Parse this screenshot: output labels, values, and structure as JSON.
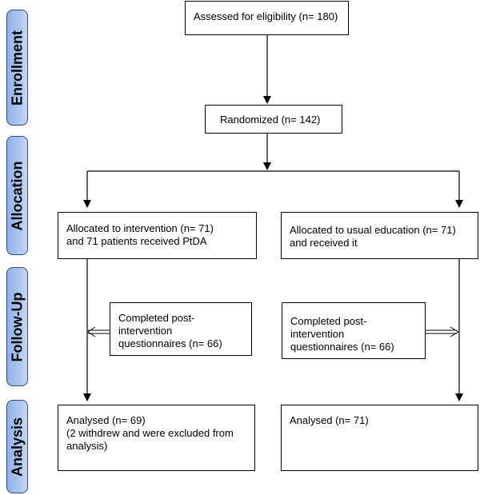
{
  "stages": {
    "enrollment": "Enrollment",
    "allocation": "Allocation",
    "follow_up": "Follow-Up",
    "analysis": "Analysis"
  },
  "boxes": {
    "assessed": "Assessed for eligibility (n= 180)",
    "randomized": "Randomized (n= 142)",
    "allocated_intervention": "Allocated to intervention (n= 71)\n and 71 patients received PtDA",
    "allocated_usual": "Allocated to usual education (n= 71)\nand received it",
    "completed_intervention": "Completed post-\nintervention\nquestionnaires  (n= 66)",
    "completed_usual": "Completed post-\nintervention\nquestionnaires  (n= 66)",
    "analysed_intervention": "Analysed  (n= 69)\n(2 withdrew and were excluded from\nanalysis)",
    "analysed_usual": "Analysed  (n= 71)"
  },
  "colors": {
    "tab_fill": "#a9c4ee",
    "tab_border": "#2f4a7c",
    "line": "#000000"
  }
}
